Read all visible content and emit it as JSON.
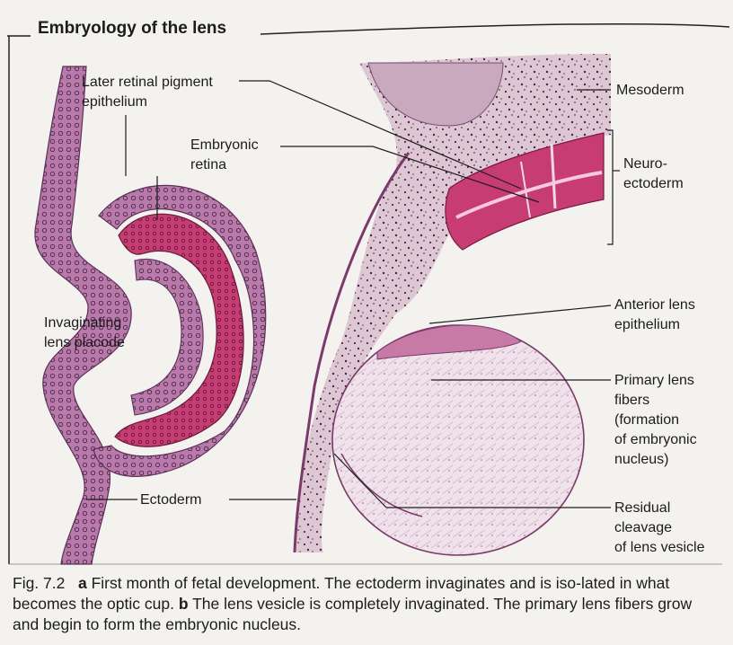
{
  "figure": {
    "title": "Embryology of the lens",
    "labels": {
      "retinal_pigment_1": "Later retinal pigment",
      "retinal_pigment_2": "epithelium",
      "embryonic_retina_1": "Embryonic",
      "embryonic_retina_2": "retina",
      "placode_1": "Invaginating",
      "placode_2": "lens placode",
      "ectoderm": "Ectoderm",
      "mesoderm": "Mesoderm",
      "neuroectoderm_1": "Neuro-",
      "neuroectoderm_2": "ectoderm",
      "anterior_1": "Anterior lens",
      "anterior_2": "epithelium",
      "primary_1": "Primary lens",
      "primary_2": "fibers",
      "primary_3": "(formation",
      "primary_4": "of embryonic",
      "primary_5": "nucleus)",
      "residual_1": "Residual",
      "residual_2": "cleavage",
      "residual_3": "of lens vesicle"
    },
    "caption": {
      "fig_num": "Fig. 7.2",
      "a_mark": "a",
      "a_text": "First month of fetal development. The ectoderm invaginates and is iso-lated in what becomes the optic cup.",
      "b_mark": "b",
      "b_text": "The lens vesicle is completely invaginated. The primary lens fibers grow and begin to form the embryonic nucleus."
    },
    "colors": {
      "epithelium": "#b06a9e",
      "retina": "#c8366e",
      "retina_light": "#d86a98",
      "tissue": "#d9c2cf",
      "lens": "#efe3ea"
    }
  }
}
